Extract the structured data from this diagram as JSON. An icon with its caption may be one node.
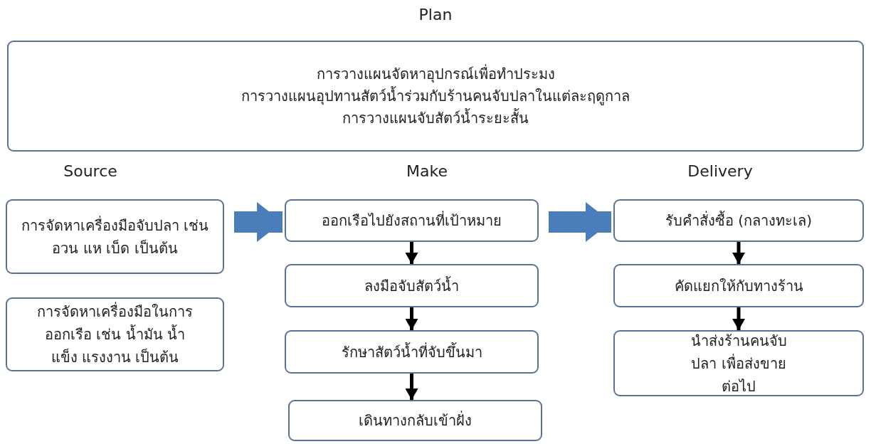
{
  "diagram": {
    "nodes": [
      {
        "text": [
          "การวางแผนจัดหาอุปกรณ์เพื่อทำประมง",
          "การวางแผนอุปทานสัตว์น้ำร่วมกับร้านคนจับปลาในแต่ละฤดูกาล",
          "การวางแผนจับสัตว์น้ำระยะสั้น"
        ]
      },
      {
        "text": [
          "การจัดหาเครื่องมือจับปลา เช่น อวน แห เบ็ด เป็นต้น"
        ]
      },
      {
        "text": [
          "การจัดหาเครื่องมือในการ ออกเรือ เช่น น้ำมัน น้ำแข็ง แรงงาน เป็นต้น"
        ]
      },
      {
        "text": [
          "ออกเรือไปยังสถานที่เป้าหมาย"
        ]
      },
      {
        "text": [
          "ลงมือจับสัตว์น้ำ"
        ]
      },
      {
        "text": [
          "รักษาสัตว์น้ำที่จับขึ้นมา"
        ]
      },
      {
        "text": [
          "เดินทางกลับเข้าฝั่ง"
        ]
      },
      {
        "text": [
          "รับคำสั่งซื้อ (กลางทะเล)"
        ]
      },
      {
        "text": [
          "คัดแยกให้กับทางร้าน"
        ]
      },
      {
        "text": [
          "นำส่งร้านคนจับปลา เพื่อส่งขายต่อไป"
        ]
      }
    ],
    "edges": [
      {
        "from": 1,
        "to": 3,
        "arrow": "to",
        "style": "thick",
        "color": "#4a7ebb"
      },
      {
        "from": 3,
        "to": 7,
        "arrow": "to",
        "style": "thick",
        "color": "#4a7ebb"
      },
      {
        "from": 3,
        "to": 4,
        "arrow": "to"
      },
      {
        "from": 4,
        "to": 5,
        "arrow": "to"
      },
      {
        "from": 5,
        "to": 6,
        "arrow": "to"
      },
      {
        "from": 7,
        "to": 8,
        "arrow": "to"
      },
      {
        "from": 8,
        "to": 9,
        "arrow": "to"
      }
    ],
    "labels": [
      "Plan",
      "Source",
      "Make",
      "Delivery"
    ]
  }
}
